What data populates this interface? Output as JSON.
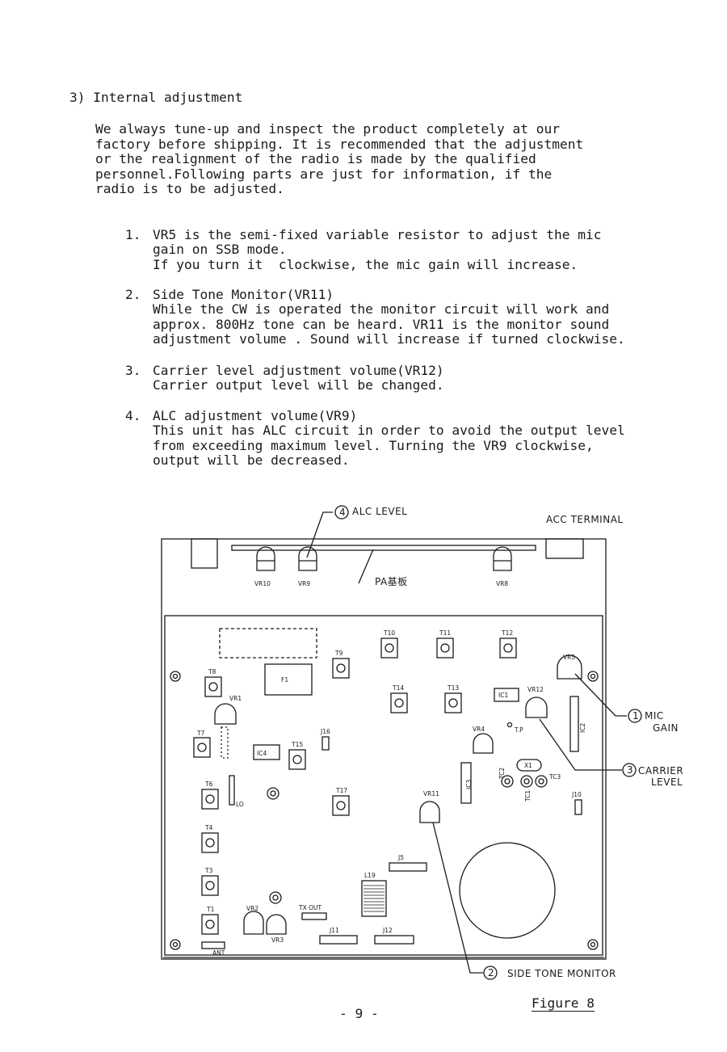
{
  "section": {
    "heading": "3) Internal adjustment",
    "intro": "We always tune-up and inspect the product completely at our\nfactory before shipping. It is recommended that the adjustment\nor the realignment of the radio is made by the qualified\npersonnel.Following parts are just for information, if the\nradio is to be adjusted."
  },
  "items": [
    {
      "num": "1.",
      "text": "VR5 is the semi-fixed variable resistor to adjust the mic\ngain on SSB mode.\nIf you turn it  clockwise, the mic gain will increase."
    },
    {
      "num": "2.",
      "text": "Side Tone Monitor(VR11)\nWhile the CW is operated the monitor circuit will work and\napprox. 800Hz tone can be heard. VR11 is the monitor sound\nadjustment volume . Sound will increase if turned clockwise."
    },
    {
      "num": "3.",
      "text": "Carrier level adjustment volume(VR12)\nCarrier output level will be changed."
    },
    {
      "num": "4.",
      "text": "ALC adjustment volume(VR9)\nThis unit has ALC circuit in order to avoid the output level\nfrom exceeding maximum level. Turning the VR9 clockwise,\noutput will be decreased."
    }
  ],
  "figure": {
    "callouts": {
      "alc": {
        "num": "4",
        "text": "ALC LEVEL"
      },
      "acc": "ACC TERMINAL",
      "pa": "PA基板",
      "mic1": "MIC",
      "mic2": "GAIN",
      "mic_num": "1",
      "carrier1": "CARRIER",
      "carrier2": "LEVEL",
      "carrier_num": "3",
      "side": "SIDE TONE MONITOR",
      "side_num": "2"
    },
    "labels": {
      "vr10": "VR10",
      "vr9": "VR9",
      "vr8": "VR8",
      "t10": "T10",
      "t11": "T11",
      "t12": "T12",
      "t9": "T9",
      "t8": "T8",
      "vr1": "VR1",
      "f1": "F1",
      "t14": "T14",
      "t13": "T13",
      "ic1": "IC1",
      "vr12": "VR12",
      "vr5": "VR5",
      "ic2": "IC2",
      "t7": "T7",
      "ic4": "IC4",
      "t15": "T15",
      "j16": "J16",
      "vr4": "VR4",
      "tp": "T.P",
      "x1": "X1",
      "tc2": "TC2",
      "tc3": "TC3",
      "tc1": "TC1",
      "ic3": "IC3",
      "t6": "T6",
      "lo": "LO",
      "t17": "T17",
      "vr11": "VR11",
      "j10": "J10",
      "t4": "T4",
      "t3": "T3",
      "j5": "J5",
      "l19": "L19",
      "t1": "T1",
      "vr2": "VR2",
      "vr3": "VR3",
      "txout": "TX OUT",
      "j11": "J11",
      "j12": "J12",
      "ant": "ANT"
    },
    "caption": "Figure 8"
  },
  "page_number": "- 9 -"
}
